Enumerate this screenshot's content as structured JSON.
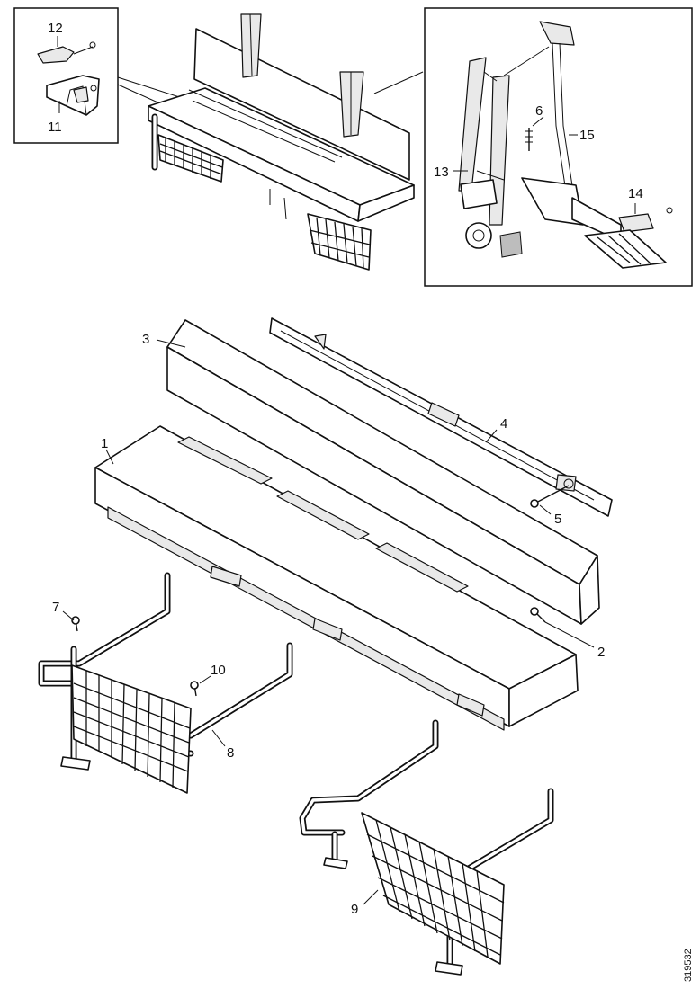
{
  "diagram": {
    "callouts": {
      "c1": "1",
      "c2": "2",
      "c3": "3",
      "c4": "4",
      "c5": "5",
      "c6": "6",
      "c7": "7",
      "c8": "8",
      "c9": "9",
      "c10": "10",
      "c11": "11",
      "c12": "12",
      "c13": "13",
      "c14": "14",
      "c15": "15"
    },
    "document_id": "319532"
  }
}
